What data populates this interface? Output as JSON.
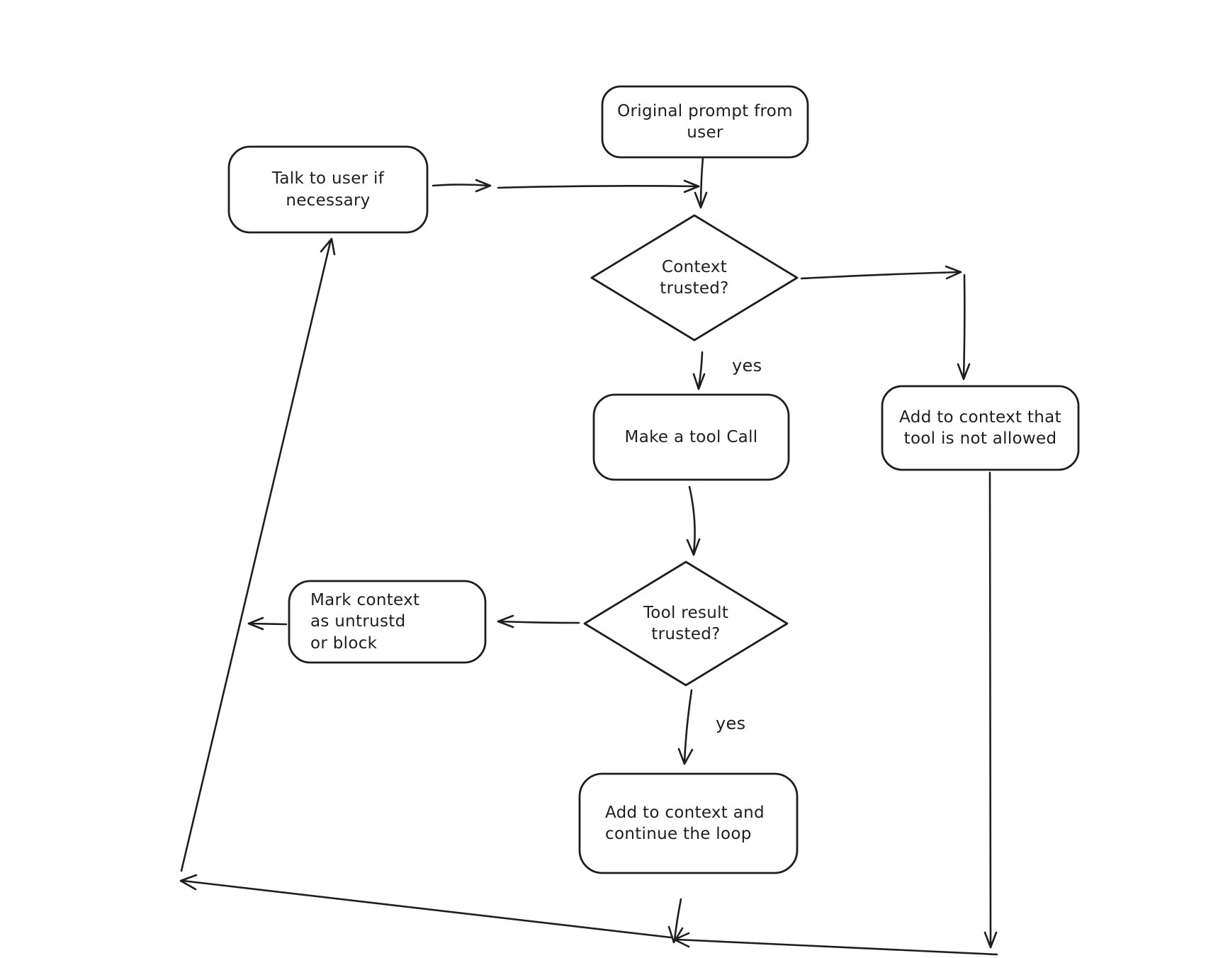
{
  "diagram": {
    "title_hint": "Trust flow for agent tool calls",
    "colors": {
      "stroke": "#1e1e1e",
      "background": "#ffffff"
    },
    "nodes": {
      "original_prompt": {
        "type": "rounded-rect",
        "label": "Original prompt from\nuser"
      },
      "talk_to_user": {
        "type": "rounded-rect",
        "label": "Talk to user if\nnecessary"
      },
      "context_trusted": {
        "type": "diamond",
        "label": "Context\ntrusted?"
      },
      "make_tool_call": {
        "type": "rounded-rect",
        "label": "Make a tool Call"
      },
      "tool_not_allowed": {
        "type": "rounded-rect",
        "label": "Add to context that\ntool is not allowed"
      },
      "tool_result_trusted": {
        "type": "diamond",
        "label": "Tool result\ntrusted?"
      },
      "mark_context": {
        "type": "rounded-rect",
        "label": "Mark context\nas untrustd\nor block"
      },
      "continue_loop": {
        "type": "rounded-rect",
        "label": "Add to context and\ncontinue the loop"
      }
    },
    "edges": [
      {
        "from": "talk_to_user",
        "to": "context_trusted",
        "label": ""
      },
      {
        "from": "original_prompt",
        "to": "context_trusted",
        "label": ""
      },
      {
        "from": "context_trusted",
        "to": "make_tool_call",
        "label": "yes"
      },
      {
        "from": "context_trusted",
        "to": "tool_not_allowed",
        "label": ""
      },
      {
        "from": "make_tool_call",
        "to": "tool_result_trusted",
        "label": ""
      },
      {
        "from": "tool_result_trusted",
        "to": "mark_context",
        "label": ""
      },
      {
        "from": "tool_result_trusted",
        "to": "continue_loop",
        "label": "yes"
      },
      {
        "from": "mark_context",
        "to": "talk_to_user",
        "via": "left-diagonal-return-line",
        "label": ""
      },
      {
        "from": "continue_loop",
        "to": "bottom-return-line",
        "label": ""
      },
      {
        "from": "tool_not_allowed",
        "to": "bottom-return-line",
        "label": ""
      },
      {
        "from": "bottom-return-line",
        "to": "talk_to_user",
        "via": "left-diagonal-return-line",
        "label": ""
      }
    ]
  }
}
